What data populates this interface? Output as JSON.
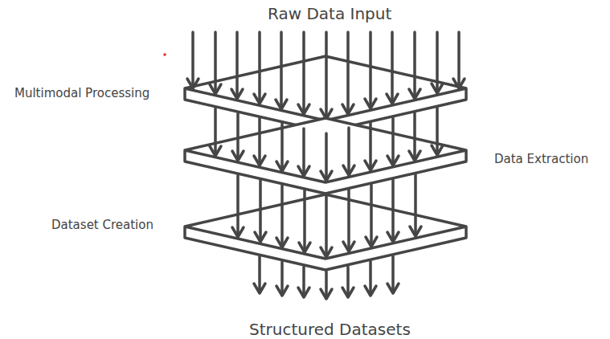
{
  "diagram": {
    "labels": [
      "Raw Data Input",
      "Multimodal Processing",
      "Data Extraction",
      "Dataset Creation",
      "Structured Datasets"
    ]
  }
}
